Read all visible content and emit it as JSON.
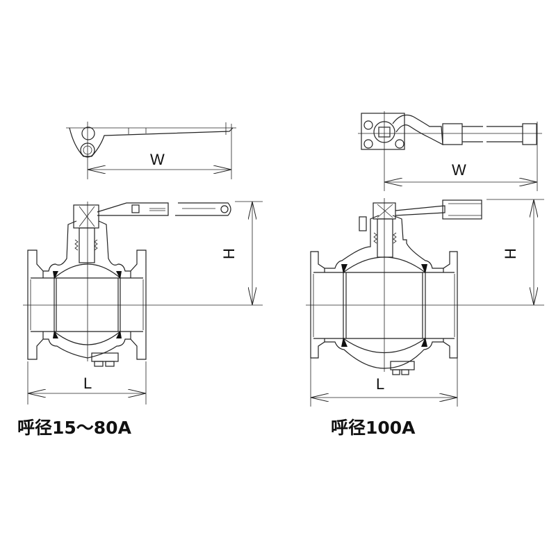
{
  "figures": [
    {
      "caption": "呼径15〜80A",
      "dimensions": {
        "width": "W",
        "height": "H",
        "length": "L"
      }
    },
    {
      "caption": "呼径100A",
      "dimensions": {
        "width": "W",
        "height": "H",
        "length": "L"
      }
    }
  ],
  "colors": {
    "line": "#222222",
    "background": "#ffffff"
  }
}
